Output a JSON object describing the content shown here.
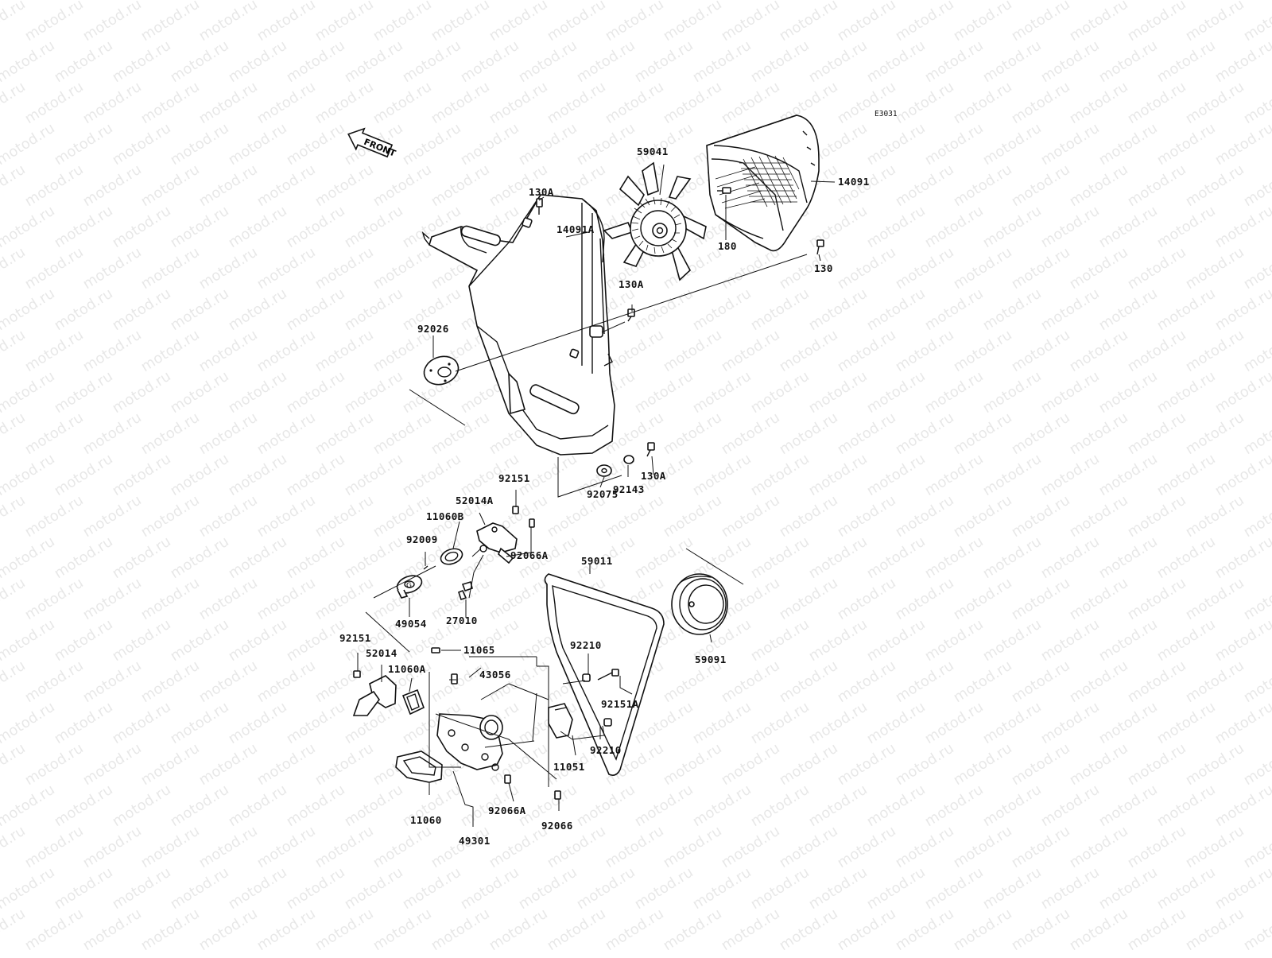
{
  "diagram": {
    "code": "E3031",
    "front_label": "FRONT",
    "watermark": "motod.ru",
    "part_labels": {
      "p14091": "14091",
      "p59041": "59041",
      "p130A_top": "130A",
      "p14091A": "14091A",
      "p180": "180",
      "p130": "130",
      "p130A_mid": "130A",
      "p92026": "92026",
      "p92151_top": "92151",
      "p52014A": "52014A",
      "p11060B": "11060B",
      "p92009": "92009",
      "p92066A_top": "92066A",
      "p49054": "49054",
      "p27010": "27010",
      "p92075": "92075",
      "p92143": "92143",
      "p130A_bot": "130A",
      "p59011": "59011",
      "p59091": "59091",
      "p92151_left": "92151",
      "p52014": "52014",
      "p11065": "11065",
      "p11060A": "11060A",
      "p43056": "43056",
      "p92210_top": "92210",
      "p92151A": "92151A",
      "p92210_bot": "92210",
      "p11051": "11051",
      "p11060": "11060",
      "p92066A_bot": "92066A",
      "p92066": "92066",
      "p49301": "49301"
    }
  }
}
